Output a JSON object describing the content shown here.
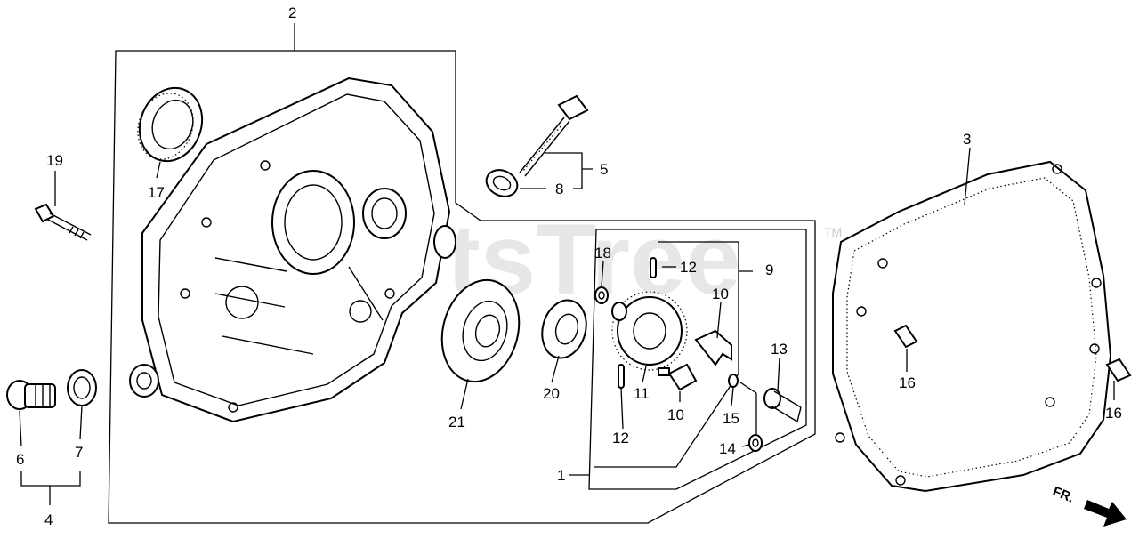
{
  "diagram": {
    "watermark": "PartsTree",
    "watermark_tm": "TM",
    "direction_label": "FR.",
    "callouts": [
      {
        "id": "c2",
        "label": "2"
      },
      {
        "id": "c3",
        "label": "3"
      },
      {
        "id": "c19",
        "label": "19"
      },
      {
        "id": "c17",
        "label": "17"
      },
      {
        "id": "c5",
        "label": "5"
      },
      {
        "id": "c8",
        "label": "8"
      },
      {
        "id": "c18",
        "label": "18"
      },
      {
        "id": "c12a",
        "label": "12"
      },
      {
        "id": "c9",
        "label": "9"
      },
      {
        "id": "c10a",
        "label": "10"
      },
      {
        "id": "c13",
        "label": "13"
      },
      {
        "id": "c16a",
        "label": "16"
      },
      {
        "id": "c16b",
        "label": "16"
      },
      {
        "id": "c21",
        "label": "21"
      },
      {
        "id": "c20",
        "label": "20"
      },
      {
        "id": "c11",
        "label": "11"
      },
      {
        "id": "c10b",
        "label": "10"
      },
      {
        "id": "c15",
        "label": "15"
      },
      {
        "id": "c12b",
        "label": "12"
      },
      {
        "id": "c14",
        "label": "14"
      },
      {
        "id": "c1",
        "label": "1"
      },
      {
        "id": "c6",
        "label": "6"
      },
      {
        "id": "c7",
        "label": "7"
      },
      {
        "id": "c4",
        "label": "4"
      }
    ]
  }
}
